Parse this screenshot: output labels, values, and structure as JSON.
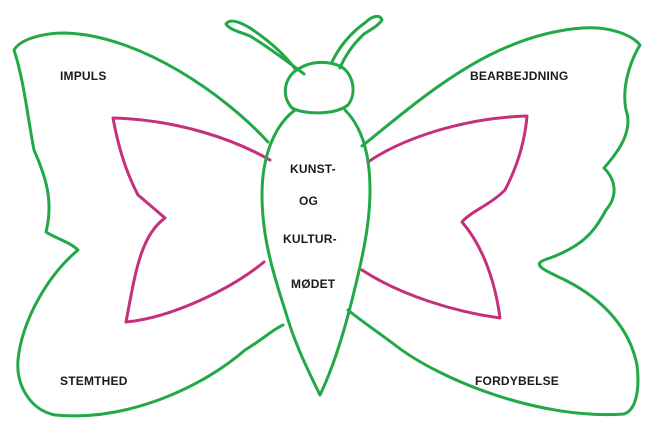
{
  "colors": {
    "outer_wing_stroke": "#22a846",
    "inner_wing_stroke": "#c4307c",
    "text": "#1a1a1a",
    "background": "#ffffff"
  },
  "wings": {
    "top_left": "IMPULS",
    "top_right": "BEARBEJDNING",
    "bottom_left": "STEMTHED",
    "bottom_right": "FORDYBELSE"
  },
  "body": {
    "line1": "KUNST-",
    "line2": "OG",
    "line3": "KULTUR-",
    "line4": "MØDET"
  }
}
